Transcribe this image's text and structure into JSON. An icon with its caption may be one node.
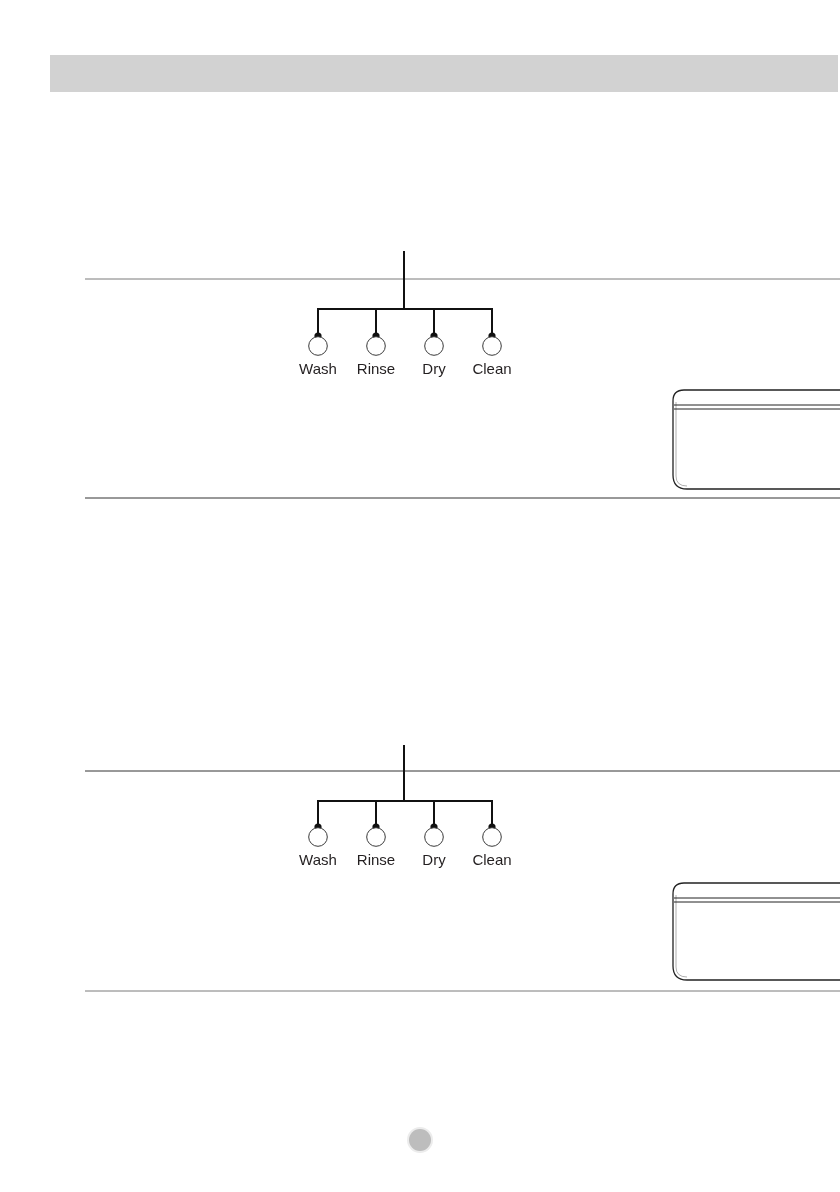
{
  "diagram": {
    "nodes": [
      {
        "text": [
          "Wash"
        ]
      },
      {
        "text": [
          "Rinse"
        ]
      },
      {
        "text": [
          "Dry"
        ]
      },
      {
        "text": [
          "Clean"
        ]
      },
      {
        "text": [
          "Wash"
        ]
      },
      {
        "text": [
          "Rinse"
        ]
      },
      {
        "text": [
          "Dry"
        ]
      },
      {
        "text": [
          "Clean"
        ]
      }
    ],
    "edges": [
      {
        "from": null,
        "to": 0,
        "arrow": "other"
      },
      {
        "from": null,
        "to": 1,
        "arrow": "other"
      },
      {
        "from": null,
        "to": 2,
        "arrow": "other"
      },
      {
        "from": null,
        "to": 3,
        "arrow": "other"
      },
      {
        "from": null,
        "to": 4,
        "arrow": "other"
      },
      {
        "from": null,
        "to": 5,
        "arrow": "other"
      },
      {
        "from": null,
        "to": 6,
        "arrow": "other"
      },
      {
        "from": null,
        "to": 7,
        "arrow": "other"
      }
    ]
  }
}
